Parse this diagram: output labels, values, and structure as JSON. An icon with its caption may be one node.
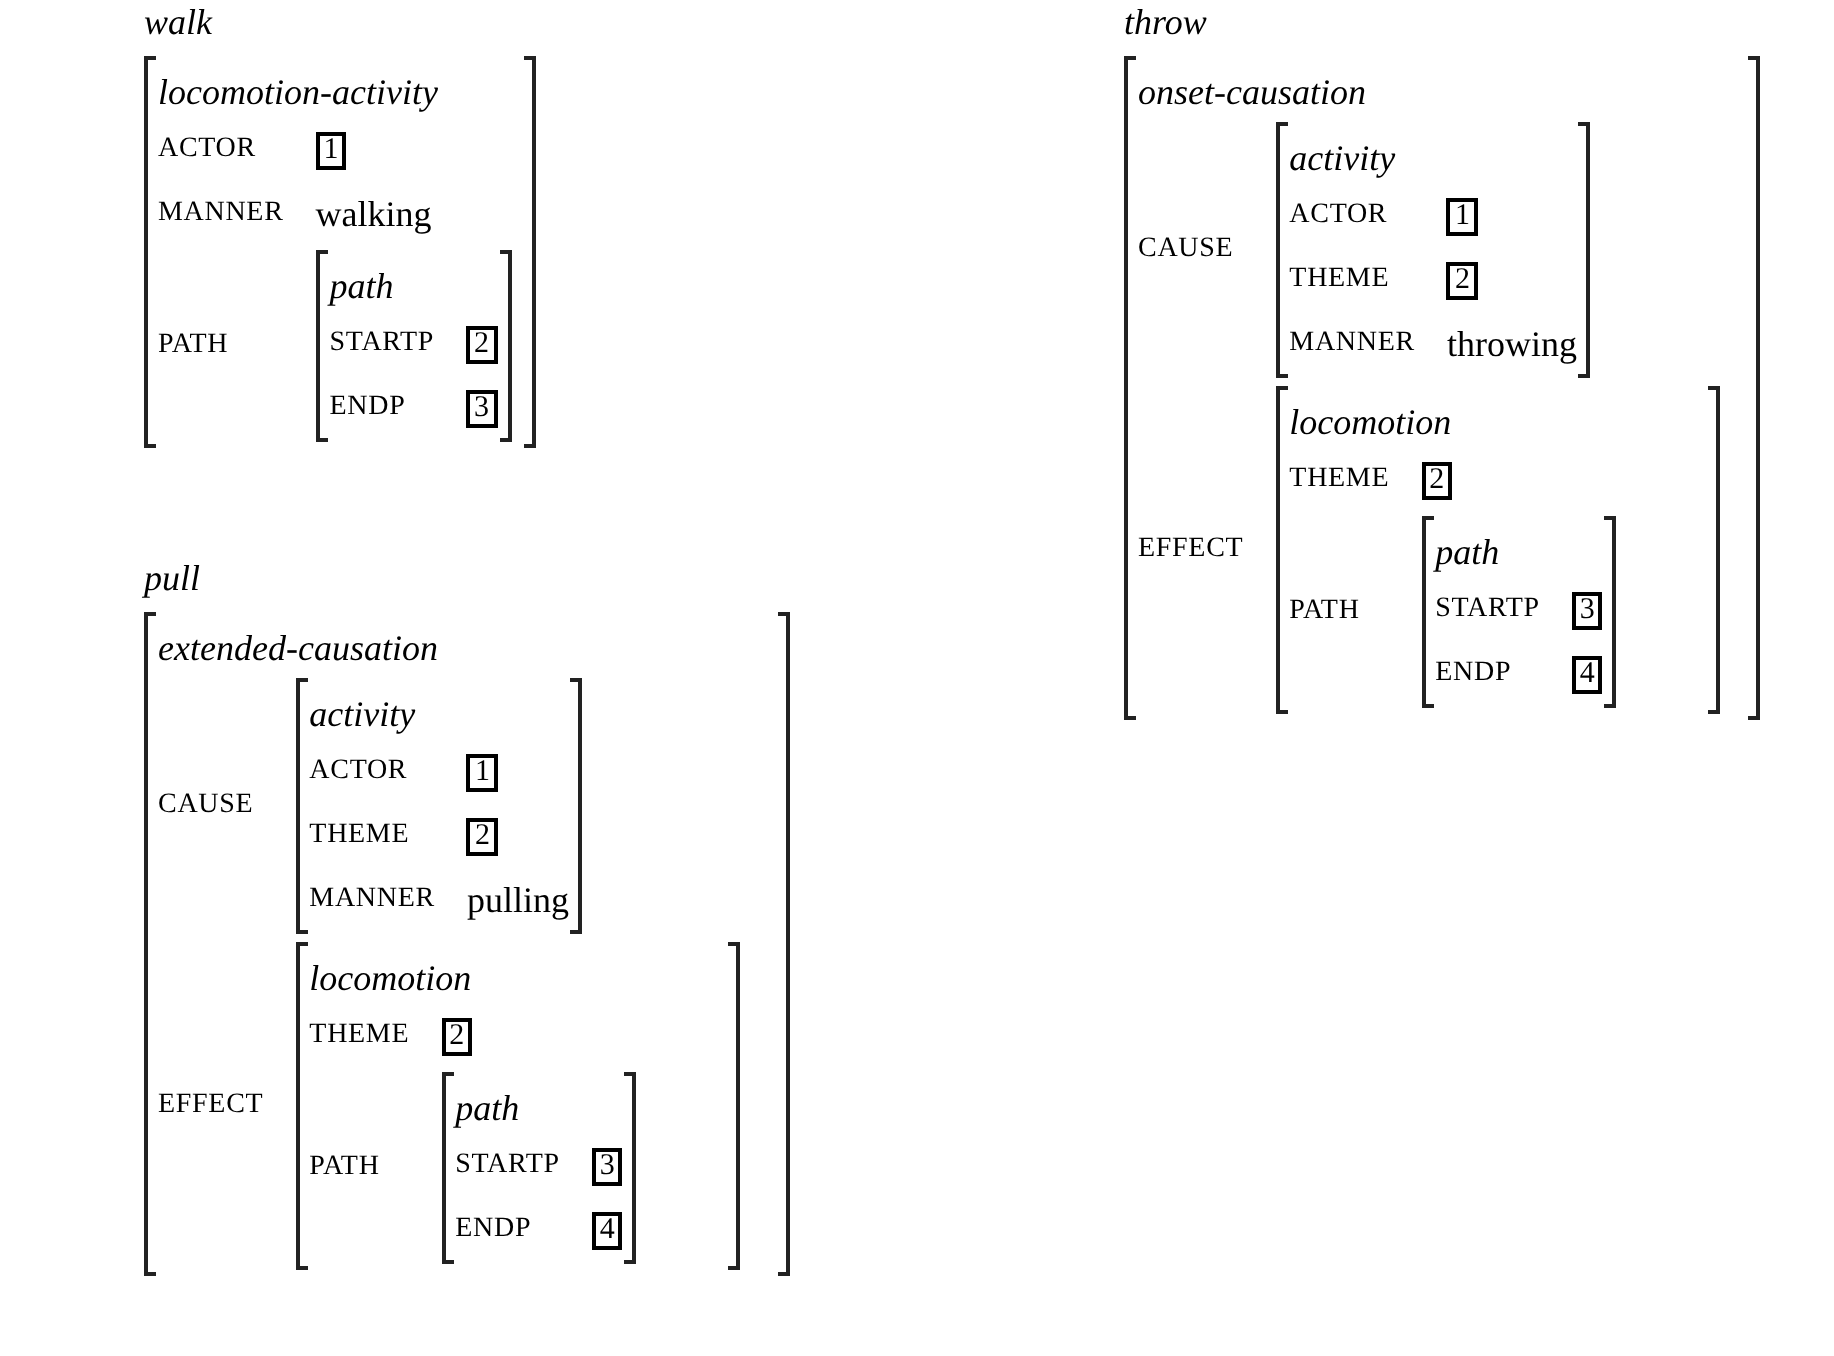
{
  "diagram": {
    "nodes": [
      {
        "text": [
          "walk",
          "locomotion-activity",
          "ACTOR",
          "MANNER",
          "walking",
          "PATH"
        ]
      },
      {
        "text": [
          "1"
        ],
        "in": 0
      },
      {
        "text": [
          "path",
          "STARTP",
          "ENDP"
        ],
        "in": 0
      },
      {
        "text": [
          "2"
        ],
        "in": 2
      },
      {
        "text": [
          "3"
        ],
        "in": 2
      },
      {
        "text": [
          "throw",
          "onset-causation",
          "CAUSE",
          "EFFECT"
        ]
      },
      {
        "text": [
          "activity",
          "ACTOR",
          "THEME",
          "MANNER",
          "throwing"
        ],
        "in": 5
      },
      {
        "text": [
          "1"
        ],
        "in": 6
      },
      {
        "text": [
          "2"
        ],
        "in": 6
      },
      {
        "text": [
          "locomotion",
          "THEME",
          "PATH"
        ],
        "in": 5
      },
      {
        "text": [
          "2"
        ],
        "in": 9
      },
      {
        "text": [
          "path",
          "STARTP",
          "ENDP"
        ],
        "in": 9
      },
      {
        "text": [
          "3"
        ],
        "in": 11
      },
      {
        "text": [
          "4"
        ],
        "in": 11
      },
      {
        "text": [
          "pull",
          "extended-causation",
          "CAUSE",
          "EFFECT"
        ]
      },
      {
        "text": [
          "activity",
          "ACTOR",
          "THEME",
          "MANNER",
          "pulling"
        ],
        "in": 14
      },
      {
        "text": [
          "1"
        ],
        "in": 15
      },
      {
        "text": [
          "2"
        ],
        "in": 15
      },
      {
        "text": [
          "locomotion",
          "THEME",
          "PATH"
        ],
        "in": 14
      },
      {
        "text": [
          "2"
        ],
        "in": 18
      },
      {
        "text": [
          "path",
          "STARTP",
          "ENDP"
        ],
        "in": 18
      },
      {
        "text": [
          "3"
        ],
        "in": 20
      },
      {
        "text": [
          "4"
        ],
        "in": 20
      }
    ]
  }
}
